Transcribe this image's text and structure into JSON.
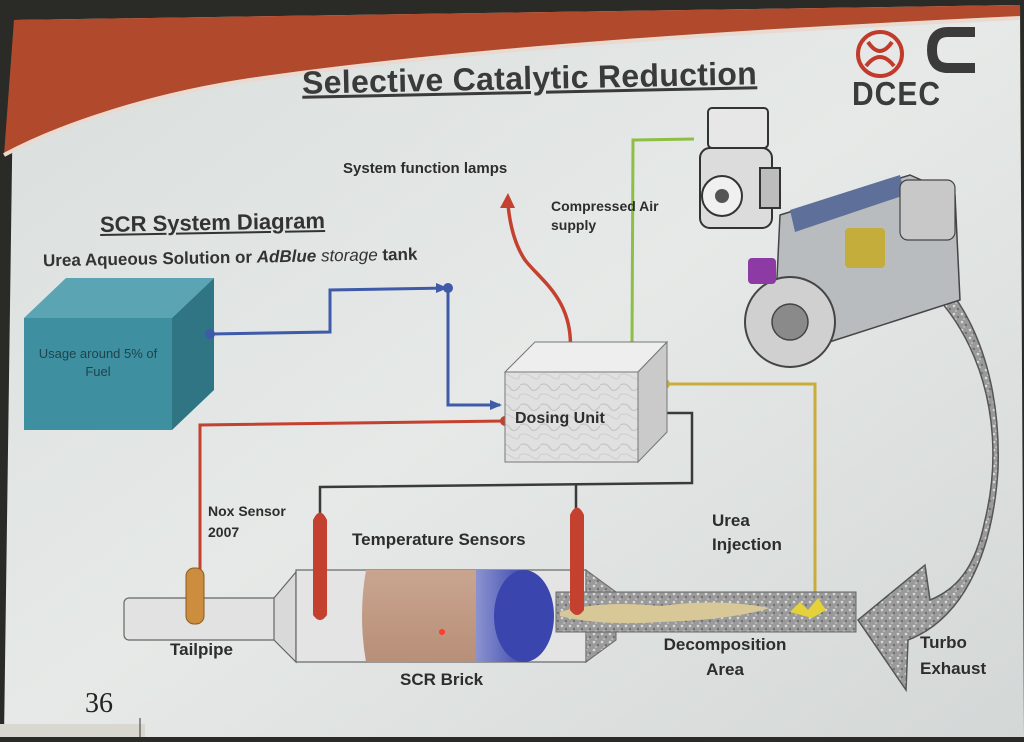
{
  "slide": {
    "title": "Selective Catalytic Reduction",
    "logo_text": "DCEC",
    "slide_number": "36",
    "colors": {
      "banner": "#b14a2c",
      "tank": "#3e8fa0",
      "blue_line": "#3f5aa8",
      "red_line": "#c4402f",
      "green_line": "#8dbf45",
      "yellow_line": "#c9ad3a",
      "dark_line": "#3a3a3a"
    }
  },
  "diagram": {
    "subtitle": "SCR System Diagram",
    "tank_label_prefix": "Urea Aqueous Solution or ",
    "tank_label_brand": "AdBlue",
    "tank_label_mid": " storage",
    "tank_label_suffix": " tank",
    "tank_usage": "Usage around 5% of Fuel",
    "lamps": "System function lamps",
    "air_supply": "Compressed Air supply",
    "dosing_unit": "Dosing Unit",
    "nox_sensor": "Nox Sensor 2007",
    "temperature_sensors": "Temperature Sensors",
    "urea_injection": "Urea Injection",
    "tailpipe": "Tailpipe",
    "decomposition_area": "Decomposition Area",
    "scr_brick": "SCR Brick",
    "turbo_exhaust": "Turbo Exhaust"
  }
}
